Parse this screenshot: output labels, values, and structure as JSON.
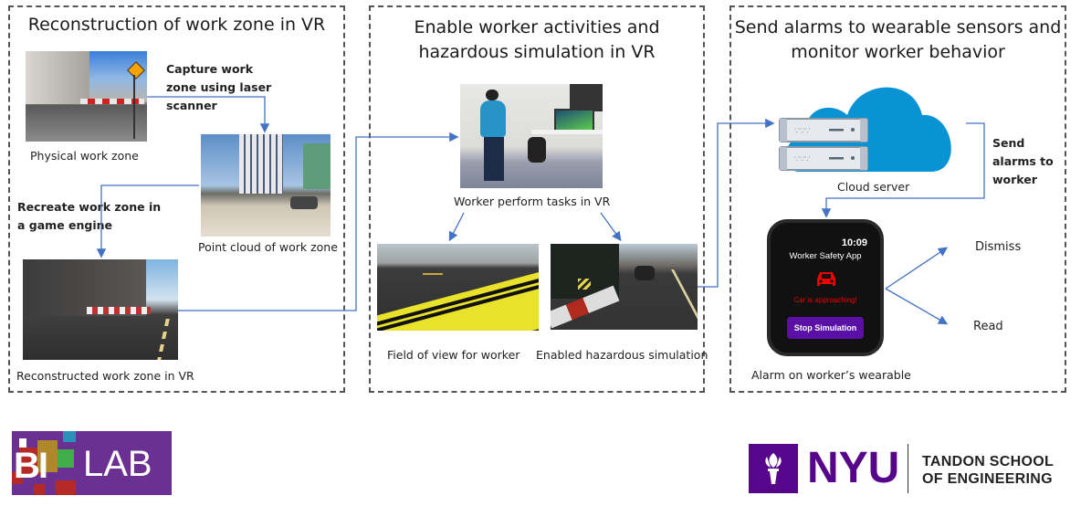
{
  "panels": [
    {
      "title": "Reconstruction of work zone in VR",
      "images": [
        {
          "caption": "Physical work zone"
        },
        {
          "caption": "Point cloud of work zone"
        },
        {
          "caption": "Reconstructed work zone in VR"
        }
      ],
      "steps": [
        "Capture work zone using laser scanner",
        "Recreate work zone in a game engine"
      ]
    },
    {
      "title_line1": "Enable worker activities and",
      "title_line2": "hazardous simulation in VR",
      "images": [
        {
          "caption": "Worker perform tasks in VR"
        },
        {
          "caption": "Field of view for worker"
        },
        {
          "caption": "Enabled hazardous simulation"
        }
      ]
    },
    {
      "title_line1": "Send alarms to wearable sensors and",
      "title_line2": "monitor worker behavior",
      "cloud_caption": "Cloud server",
      "step": "Send alarms to worker",
      "watch": {
        "time": "10:09",
        "app_name": "Worker Safety App",
        "alert": "Car is approaching!",
        "button": "Stop Simulation",
        "caption": "Alarm on worker’s wearable"
      },
      "options": [
        "Dismiss",
        "Read"
      ]
    }
  ],
  "logos": {
    "bilab": {
      "text_bi": "BI",
      "text_lab": "LAB"
    },
    "nyu": {
      "text": "NYU",
      "school_line1": "TANDON SCHOOL",
      "school_line2": "OF ENGINEERING"
    }
  },
  "colors": {
    "arrow": "#4472c4",
    "cloud": "#0a93d4",
    "purple": "#57068c",
    "alert": "#e00000"
  }
}
